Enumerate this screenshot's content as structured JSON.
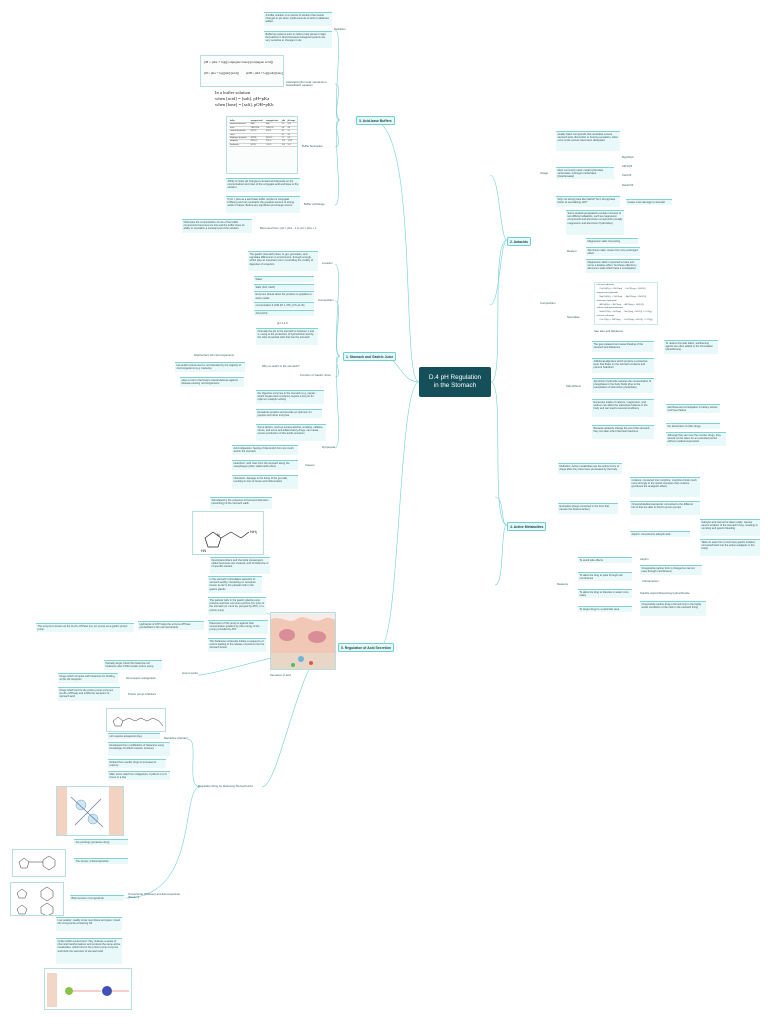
{
  "root": {
    "title_line1": "D.4 pH Regulation",
    "title_line2": "in the Stomach"
  },
  "b_buffers": {
    "title": "3. Acid-base Buffers",
    "definition_label": "Definition",
    "def1": "A buffer solution is a mixture of solution that resists changes in pH when small amounts of acid or alkali are added.",
    "def2": "Buffering systems exist in cells to help prevent major fluctuations in blood because biological systems are very sensitive to changes in pH.",
    "hh_label": "Calculation(Formula: Henderson- Hasselbalch equation",
    "hh_eq1": "pH = pKa + log([conjugate base]/[conjugate acid])",
    "hh_eq2": "pH = pKa + log([salt]/[acid])",
    "hh_eq3": "pOH = pKb + log([salt]/[base])",
    "buffer_heading": "In a buffer solution",
    "buffer_line1": "when [acid] = [salt], pH=pKa",
    "buffer_line2": "when [base] = [salt], pOH=pKb",
    "examples_label": "Buffer Examples",
    "example_table": [
      [
        "buffer",
        "conjugate acid",
        "conjugate base",
        "pKa",
        "pH range"
      ],
      [
        "ammonium/ammonia",
        "NH4+",
        "NH3",
        "9.2",
        "8-10"
      ],
      [
        "acetic",
        "CH3COOH",
        "CH3COO-",
        "4.8",
        "4-6"
      ],
      [
        "carbonic/bicarbonate",
        "H2CO3",
        "HCO3-",
        "6.4",
        "5-7"
      ],
      [
        "citrate",
        "",
        "",
        "3.1",
        "2-4"
      ],
      [
        "dihydrogen phosphate",
        "H2PO4-",
        "HPO4 2-",
        "7.2",
        "6-8"
      ],
      [
        "phosphate",
        "HPO4 2-",
        "PO4 3-",
        "12.3",
        "11-13"
      ],
      [
        "bicarbonate",
        "HCO3-",
        "CO3 2-",
        "10.3",
        "9-11"
      ]
    ],
    "range_label": "Buffer pH Range",
    "range1": "Ability to resist pH changes is limited and depends on the concentrations and ratio of the conjugate acid and base to the solution.",
    "range2": "If pH = pKa as a acid base buffer maybe its conjugate buffering and can neutralize the greatest amount of strong acids or bases. Before any significant pH change occurs.",
    "range3": "Otherwise the concentration of one of the buffer components becomes too low and the buffer loses its ability to neutralize a constant pH of the solution.",
    "rule_label": "Best used from: pH = pKa - 1 to pH = pKa + 1"
  },
  "b_antacids": {
    "title": "2. Antacids",
    "usage_label": "Usage",
    "usage1": "weakly basic compounds that neutralise excess stomach acid, discomfort or burning sensation, when more of the excess have been dissipated",
    "usage2": "Most commonly used: metal hydroxides, carbonates, hydrogen carbonates (bicarbonates)",
    "compounds": [
      "Mg(OH)2",
      "Al(OH)3",
      "CaCO3",
      "NaHCO3"
    ],
    "usage3": "Why not strong base like NaOH? be it strong base better at neutralising HCl?",
    "usage3_answer": "Cause more damage to stomach",
    "composition_label": "Composition",
    "comp1": "Some antacid preparations contain mixtures of two different alkaloids, such as magnesium compounds and aluminium compounds (usually magnesium and aluminium hydroxides)",
    "reason_label": "Reason",
    "reason1": "Magnesium salts: fast acting",
    "reason2": "Aluminium salts: slower but more prolonged effect",
    "reason3": "Magnesium salts is reported to have sort some a laxative effect, but these effects by aluminium salts which have a constipation",
    "reactions_label": "Neutralise",
    "reactions": [
      "calcium hydroxide",
      "Ca(OH)2(s) + 2HCl(aq) → CaCl2(aq) + 2H2O(l)",
      "magnesium hydroxide",
      "Mg(OH)2(s) + 2HCl(aq) → MgCl2(aq) + 2H2O(l)",
      "aluminium hydroxide",
      "Al(OH)3(s) + 3HCl(aq) → AlCl3(aq) + 3H2O(l)",
      "sodium hydrogencarbonate",
      "NaHCO3(s) + HCl(aq) → NaCl(aq) + H2O(l) + CO2(g)",
      "calcium carbonate",
      "CaCO3(s) + 2HCl(aq) → CaCl2(aq) + H2O(l) + CO2(g)"
    ],
    "reactions_note": "See also anti-flatulence",
    "sideeffects_label": "Side Effects",
    "side1": "The gas released can cause bloating of the stomach and flatulence",
    "side1_fix": "To reduce this side effect, antifoaming agents are often added to the formulation (dimethicone)",
    "side2": "Additional alginates which produce a protective layer that floats on the stomach contents and prevent heartburn",
    "side3": "Aluminium hydroxide reduces the concentration of phosphates in the body fluids (due to the precipitation of aluminium phosphate)",
    "side4": "Excessive intake of calcium, magnesium, and sodium can affect the electrolyte balance in the body and can lead to several conditions",
    "side4_fix": "diarrhoea and constipation in kidney stones and heart failure",
    "side5": "Because antacids change the pH of the stomach, they can alter other chemical reactions.",
    "side5_fix1": "the absorption of other drugs",
    "side5_fix2": "Although they are over the counter drugs, they should not be taken for an extended period without medical supervision"
  },
  "b_gastric": {
    "title": "1. Stomach and Gastric Juice",
    "location_label": "Location",
    "location_text": "The gastric (stomach) lines; to get, generates, and regulates differences in environment, through enough, which play an important role in controlling the motility of digestion of receptors",
    "composition_label": "Composition",
    "comp_items": [
      "Water",
      "Salts (KCl, NaCl)",
      "Enzymes (break down the proteins to peptides to amino acids",
      "concentration 0.01M (Pt 1, Pf1) (0.5~1L/D)",
      "Acid (HCl)"
    ],
    "function_label": "Function of Gastric Juice",
    "func_ph": "pH 1-1.5",
    "func1": "Normally the pH in the stomach is between 1 and 3, owing to the production of hydrochloric acid by the cells of parietal cells that line the stomach",
    "func2_label": "Why so acidic is the stomach?",
    "func2a": "Disinfectant: kill microorganisms",
    "func2b": "low acidic environment is not tolerated by the majority of microorganisms (e.g. bacteria)",
    "func2c": "plays a role in the body's natural defense against disease-causing microorganisms",
    "func3": "the digestive enzymes in the stomach (e.g. pepsin - which breaks down proteins) require a low pH for optimum catalytic activity",
    "func4": "Denatures proteins and provide an optimum for pepsins and other enzymes",
    "dyspepsia_label": "Dyspepsia",
    "dys1": "Some factors, such as excess alcohol, smoking, caffeine, stress, and some anti-inflammatory drugs, can cause excess production of this acidic secretion",
    "dys2": "Acid indigestion: feeling of discomfort from too much acid in the stomach",
    "dys3": "Heartburn: acid rises from the stomach along the oesophagus (often called acid reflux)",
    "dys4": "Ulceration: damage to the lining of the gut wall, resulting in loss of tissue and inflammation",
    "dys_label": "Causes"
  },
  "b_active": {
    "title": "4. Active Metabolites",
    "def": "Definition: Active metabolites are the active forms of drugs after they have been processed by the body.",
    "examples_label": "Examples (drugs converted in the form that causes the desired action)",
    "ex1": "Codeine: converted into morphine; morphine binds much more strongly to the opioid receptors than codeine (produces the analgesic effect)",
    "ex2": "Omeprazole/Esomeprazole: converted to the different forms that are able to bind to proton pumps",
    "ex3": "Aspirin: converted to salicylic acid",
    "ex3a": "Salicylic acid cannot be taken orally: causes severe irritation of the stomach lining, resulting in vomiting and gastric bleeding",
    "ex3b": "Taken in ester form (much less gastric irritation; converted back into the active analgesic in the body)",
    "reasons_label": "Reasons",
    "r1": "To avoid side effects",
    "r1a": "Aspirin",
    "r2": "To allow the drug to pass through cell membranes",
    "r2a": "Omeprazole (active form is charged so cannot pass through membranes)",
    "r2b": "Chloramphen",
    "r3": "To allow the drug to dissolve in water more easily",
    "r3a": "Soluble aspirin/Dissolving hydrochloride",
    "r4": "To target drugs to a particular area",
    "r4a": "Omeprazole (active drug is formed only in the highly acidic conditions of the cells in the stomach lining"
  },
  "b_regulation": {
    "title": "5. Regulation of Acid Secretion",
    "histamine1": "Stimulated by the presence of food and distention (stretching) of the stomach walls",
    "histamine2": "Neurotransmitters and chemical messengers called hormones are involved, and of histamine is of specific interest",
    "histamine_label": "Histamine",
    "h1": "In the stomach it stimulates secretion of stomach acidity, interacting on receptors known as H2 in the parietal cells in the gastric glands",
    "h2": "The parietal cells in the gastric glands pump proteins and their enzymes protons (H+ ions) of the stomach (or more H+ pumped by ATP), in a proton pump",
    "h3": "Hydrolysis of ATP helps the enzyme ATPase (embedded in the cell membrane)",
    "h4": "Placement of this pump is against their concentration gradient by (the energy of the pump) provided by ATP",
    "h5": "The enzyme is known as the H+/K+ ATPase (H+ ion pump) as a gastric proton pump",
    "h6": "The histamine molecules initiate a sequence of events leading to the release of protons into the stomach lumen",
    "secretion_label": "Secretion of acid",
    "how_label": "How it works",
    "how1": "Partially target; block the histamine H2 histamine also inhibit certain proton pump",
    "how2_label": "H2 receptor antagonists",
    "how2": "Drugs which compete with histamine for binding at the H2 receptors",
    "how3_label": "Proton pump inhibitors",
    "how3": "Drugs which bind to the proton pump enzymes (H+/K+ ATPase) and inhibit the secretion of stomach acid",
    "ranitidine_label": "Ranitidine (Zantac)",
    "ran1": "H2 receptor antagonist drug",
    "ran2": "Developed from modification of histamine using knowledge of H2/H2 receptor structure",
    "ran3": "Refined from earlier drugs to increase its potency",
    "ran4": "Main terms relief from indigestion: 2 pills for 2 to 6 hours or a day",
    "omeprazole_label": "Omeprazole (Prilosec) and Esomeprazole (Nexium)",
    "om1": "Are prodrugs (proactive drug)",
    "om2": "The isomer of Esomeprazole",
    "om3": "Both isomers of omeprazole",
    "om4": "Low polarity: readily cross membrane and pass: mixed this compounds containing N2",
    "om5": "Under acidic environment: they undergo a series of chemical transformations and produce the same active metabolites, which bind to the proton pump enzymes and block the secretion of stomach acid",
    "drugs_label": "Regulation Drug for Reducing Stomach Acid"
  }
}
